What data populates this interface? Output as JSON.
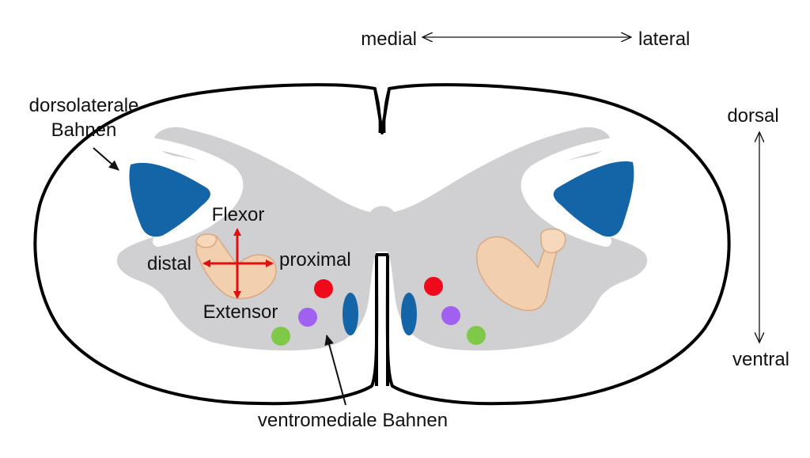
{
  "labels": {
    "medial": "medial",
    "lateral": "lateral",
    "dorsal": "dorsal",
    "ventral": "ventral",
    "dorsolateral_line1": "dorsolaterale",
    "dorsolateral_line2": "Bahnen",
    "ventromedial": "ventromediale Bahnen",
    "flexor": "Flexor",
    "extensor": "Extensor",
    "distal": "distal",
    "proximal": "proximal"
  },
  "colors": {
    "outline": "#000000",
    "gray_matter": "#d0cfd1",
    "dorsolateral_tract": "#1464a8",
    "ventromedial_tract": "#1464a8",
    "red_dot": "#ee0a1a",
    "purple_dot": "#a060f0",
    "green_dot": "#80c848",
    "arrow_red": "#e01010",
    "skin": "#f2cfae"
  },
  "icons": {
    "left_arm": "flexed-biceps-icon",
    "right_arm": "flexed-biceps-icon"
  }
}
